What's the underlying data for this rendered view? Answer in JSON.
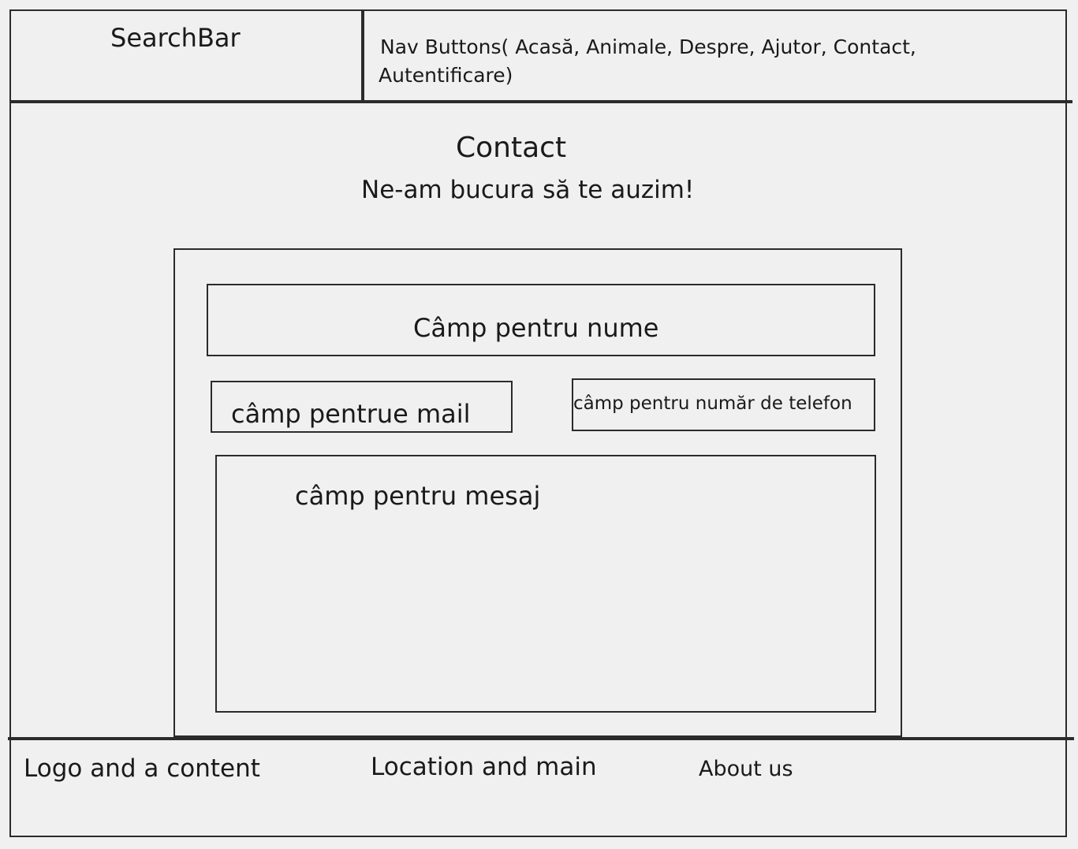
{
  "header": {
    "searchbar_label": "SearchBar",
    "nav_label_line1": "Nav Buttons( Acasă, Animale, Despre, Ajutor, Contact,",
    "nav_label_line2": "Autentificare)"
  },
  "main": {
    "title": "Contact",
    "subtitle": "Ne-am bucura să te auzim!",
    "form": {
      "name_field": "Câmp pentru nume",
      "email_field": "câmp pentrue mail",
      "phone_field": "câmp pentru număr de telefon",
      "message_field": "câmp pentru mesaj"
    }
  },
  "footer": {
    "col1": "Logo and a content",
    "col2": "Location and main",
    "col3": "About us"
  }
}
